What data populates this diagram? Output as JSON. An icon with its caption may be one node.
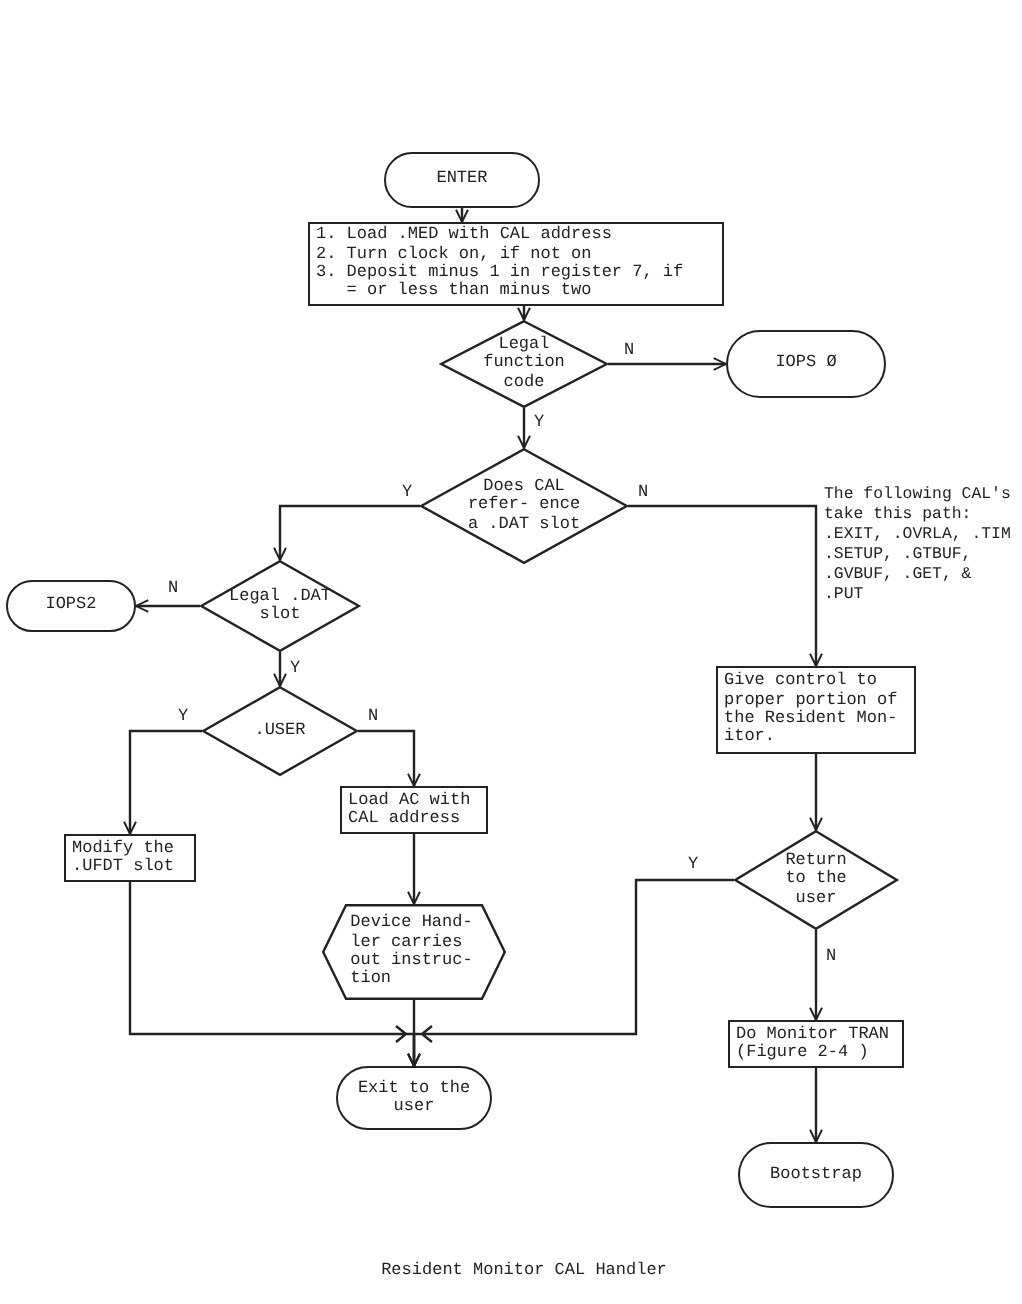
{
  "diagram": {
    "caption": "Resident Monitor CAL Handler",
    "nodes": [
      {
        "text": [
          "ENTER"
        ]
      },
      {
        "text": [
          "1. Load .MED with CAL address",
          "2. Turn clock on, if not on",
          "3. Deposit minus 1 in register 7, if = or less than minus two"
        ]
      },
      {
        "text": [
          "Legal function code"
        ]
      },
      {
        "text": [
          "IOPS Ø"
        ]
      },
      {
        "text": [
          "Does CAL refer- ence a .DAT slot"
        ]
      },
      {
        "text": [
          "Legal .DAT slot"
        ]
      },
      {
        "text": [
          "IOPS2"
        ]
      },
      {
        "text": [
          ".USER"
        ]
      },
      {
        "text": [
          "Modify the .UFDT slot"
        ]
      },
      {
        "text": [
          "Load AC with CAL address"
        ]
      },
      {
        "text": [
          "Device Hand- ler carries out instruc- tion"
        ]
      },
      {
        "text": [
          "Exit to the user"
        ]
      },
      {
        "text": [
          "Give control to proper portion of the Resident Mon- itor."
        ]
      },
      {
        "text": [
          "Return to the user"
        ]
      },
      {
        "text": [
          "Do Monitor TRAN (Figure 2-4 )"
        ]
      },
      {
        "text": [
          "Bootstrap"
        ]
      }
    ],
    "edges": [
      {
        "from": 0,
        "to": 1,
        "arrow": "to"
      },
      {
        "from": 1,
        "to": 2,
        "arrow": "to"
      },
      {
        "from": 2,
        "to": 3,
        "arrow": "to",
        "label": "N"
      },
      {
        "from": 2,
        "to": 4,
        "arrow": "to",
        "label": "Y"
      },
      {
        "from": 4,
        "to": 5,
        "arrow": "to",
        "label": "Y"
      },
      {
        "from": 4,
        "to": 12,
        "arrow": "to",
        "label": "N"
      },
      {
        "from": 5,
        "to": 6,
        "arrow": "to",
        "label": "N"
      },
      {
        "from": 5,
        "to": 7,
        "arrow": "to",
        "label": "Y"
      },
      {
        "from": 7,
        "to": 8,
        "arrow": "to",
        "label": "Y"
      },
      {
        "from": 7,
        "to": 9,
        "arrow": "to",
        "label": "N"
      },
      {
        "from": 9,
        "to": 10,
        "arrow": "to"
      },
      {
        "from": 10,
        "to": 11,
        "arrow": "to"
      },
      {
        "from": 8,
        "to": 11,
        "arrow": "to"
      },
      {
        "from": 12,
        "to": 13,
        "arrow": "to"
      },
      {
        "from": 13,
        "to": 11,
        "arrow": "to",
        "label": "Y"
      },
      {
        "from": 13,
        "to": 14,
        "arrow": "to",
        "label": "N"
      },
      {
        "from": 14,
        "to": 15,
        "arrow": "to"
      }
    ],
    "labels": [
      "The following CAL's take this path: .EXIT, .OVRLA, .TIM .SETUP, .GTBUF, .GVBUF, .GET, & .PUT"
    ]
  }
}
